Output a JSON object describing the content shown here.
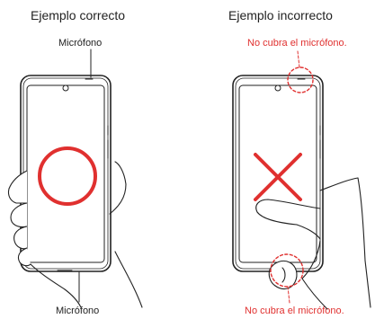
{
  "correct_example": {
    "heading": "Ejemplo correcto",
    "mic_label_top": "Micrófono",
    "mic_label_bottom": "Micrófono",
    "symbol": "circle-ok-icon"
  },
  "incorrect_example": {
    "heading": "Ejemplo incorrecto",
    "warning_top": "No cubra el micrófono.",
    "warning_bottom": "No cubra el micrófono.",
    "symbol": "cross-ng-icon"
  },
  "colors": {
    "accent_red": "#e0302f",
    "line": "#222222",
    "background": "#ffffff"
  }
}
